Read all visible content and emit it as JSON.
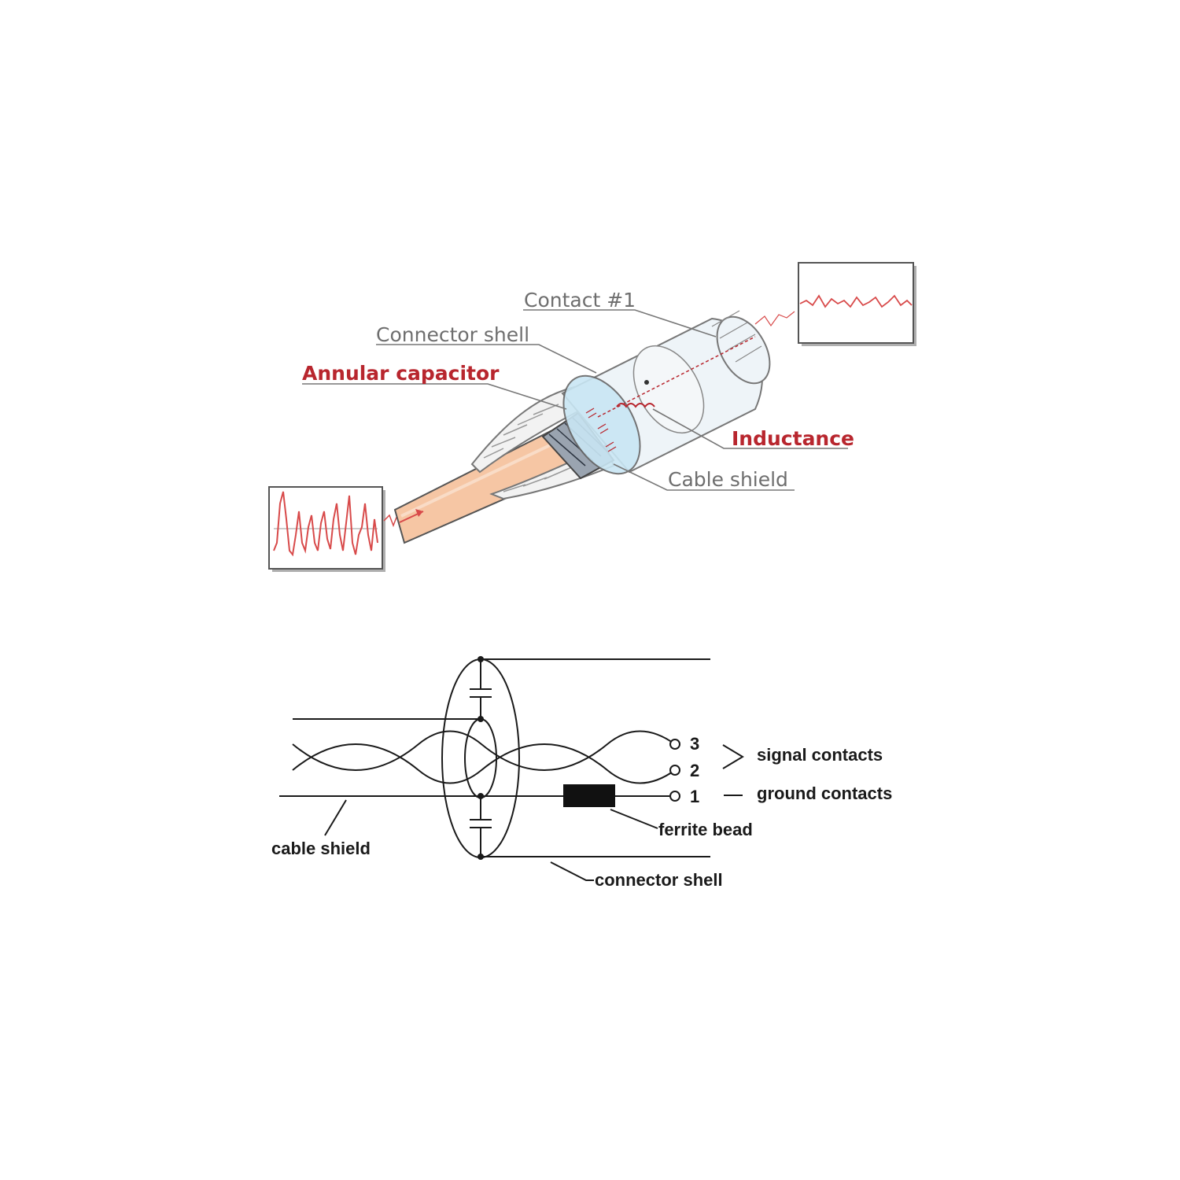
{
  "colors": {
    "label_gray": "#6e6e6e",
    "label_red": "#b8262e",
    "cable_fill": "#f6c6a4",
    "shield_blue": "#c9e6f4",
    "signal_red": "#d84a4a",
    "line_black": "#1a1a1a"
  },
  "connector_illustration": {
    "labels": {
      "contact1": "Contact #1",
      "connector_shell": "Connector shell",
      "annular_capacitor": "Annular capacitor",
      "inductance": "Inductance",
      "cable_shield": "Cable shield"
    }
  },
  "schematic": {
    "pins": {
      "p3": "3",
      "p2": "2",
      "p1": "1"
    },
    "labels": {
      "signal_contacts": "signal contacts",
      "ground_contacts": "ground contacts",
      "ferrite_bead": "ferrite bead",
      "cable_shield": "cable shield",
      "connector_shell": "connector shell"
    }
  }
}
